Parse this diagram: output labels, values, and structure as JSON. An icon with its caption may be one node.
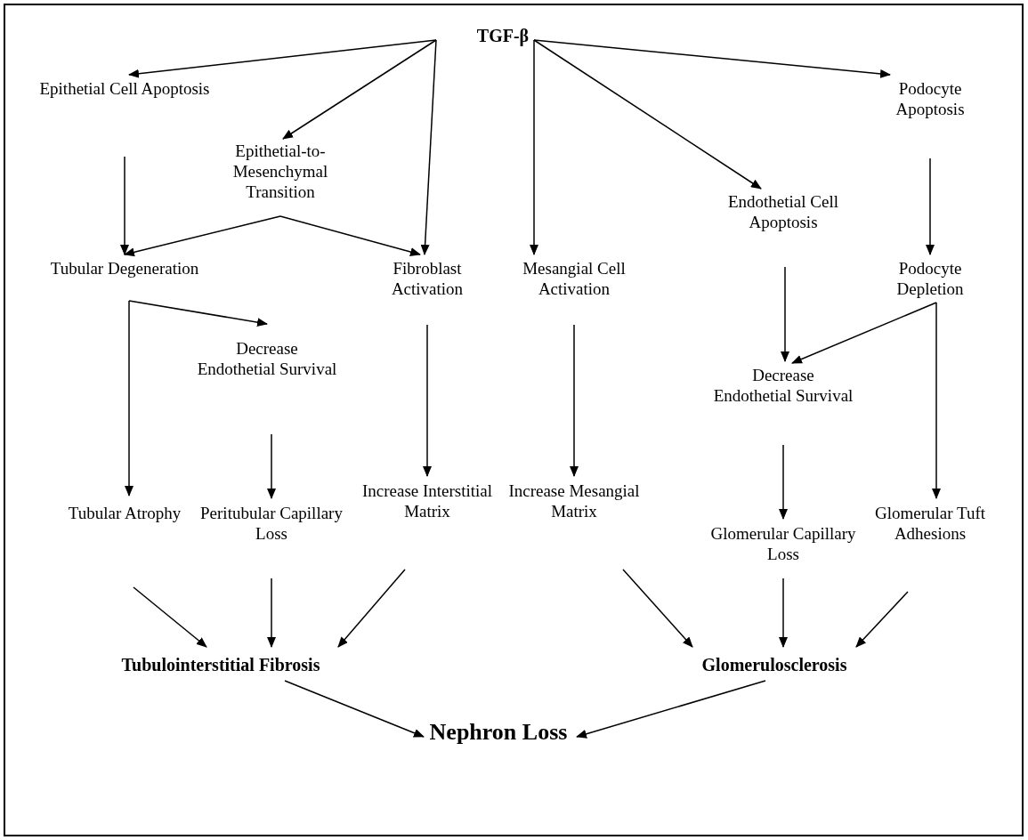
{
  "diagram": {
    "nodes": [
      {
        "text": [
          "TGF-β"
        ]
      },
      {
        "text": [
          "Epithetial Cell Apoptosis"
        ]
      },
      {
        "text": [
          "Epithetial-to-Mesenchymal Transition"
        ]
      },
      {
        "text": [
          "Tubular Degeneration"
        ]
      },
      {
        "text": [
          "Fibroblast Activation"
        ]
      },
      {
        "text": [
          "Mesangial Cell Activation"
        ]
      },
      {
        "text": [
          "Endothetial Cell Apoptosis"
        ]
      },
      {
        "text": [
          "Podocyte Apoptosis"
        ]
      },
      {
        "text": [
          "Podocyte Depletion"
        ]
      },
      {
        "text": [
          "Decrease Endothetial Survival"
        ]
      },
      {
        "text": [
          "Tubular Atrophy"
        ]
      },
      {
        "text": [
          "Peritubular Capillary Loss"
        ]
      },
      {
        "text": [
          "Increase Interstitial Matrix"
        ]
      },
      {
        "text": [
          "Increase Mesangial Matrix"
        ]
      },
      {
        "text": [
          "Decrease Endothetial Survival"
        ]
      },
      {
        "text": [
          "Glomerular Capillary Loss"
        ]
      },
      {
        "text": [
          "Glomerular Tuft Adhesions"
        ]
      },
      {
        "text": [
          "Tubulointerstitial Fibrosis"
        ]
      },
      {
        "text": [
          "Glomerulosclerosis"
        ]
      },
      {
        "text": [
          "Nephron Loss"
        ]
      }
    ],
    "edges": [
      {
        "from": 0,
        "to": 1,
        "arrow": "to"
      },
      {
        "from": 0,
        "to": 2,
        "arrow": "to"
      },
      {
        "from": 0,
        "to": 4,
        "arrow": "to"
      },
      {
        "from": 0,
        "to": 5,
        "arrow": "to"
      },
      {
        "from": 0,
        "to": 6,
        "arrow": "to"
      },
      {
        "from": 0,
        "to": 7,
        "arrow": "to"
      },
      {
        "from": 1,
        "to": 3,
        "arrow": "to"
      },
      {
        "from": 2,
        "to": 3,
        "arrow": "to"
      },
      {
        "from": 2,
        "to": 4,
        "arrow": "to"
      },
      {
        "from": 3,
        "to": 10,
        "arrow": "to"
      },
      {
        "from": 3,
        "to": 9,
        "arrow": "to"
      },
      {
        "from": 4,
        "to": 12,
        "arrow": "to"
      },
      {
        "from": 5,
        "to": 13,
        "arrow": "to"
      },
      {
        "from": 6,
        "to": 14,
        "arrow": "to"
      },
      {
        "from": 7,
        "to": 8,
        "arrow": "to"
      },
      {
        "from": 8,
        "to": 14,
        "arrow": "to"
      },
      {
        "from": 8,
        "to": 16,
        "arrow": "to"
      },
      {
        "from": 9,
        "to": 11,
        "arrow": "to"
      },
      {
        "from": 14,
        "to": 15,
        "arrow": "to"
      },
      {
        "from": 10,
        "to": 17,
        "arrow": "to"
      },
      {
        "from": 11,
        "to": 17,
        "arrow": "to"
      },
      {
        "from": 12,
        "to": 17,
        "arrow": "to"
      },
      {
        "from": 13,
        "to": 18,
        "arrow": "to"
      },
      {
        "from": 15,
        "to": 18,
        "arrow": "to"
      },
      {
        "from": 16,
        "to": 18,
        "arrow": "to"
      },
      {
        "from": 17,
        "to": 19,
        "arrow": "to"
      },
      {
        "from": 18,
        "to": 19,
        "arrow": "to"
      }
    ]
  }
}
